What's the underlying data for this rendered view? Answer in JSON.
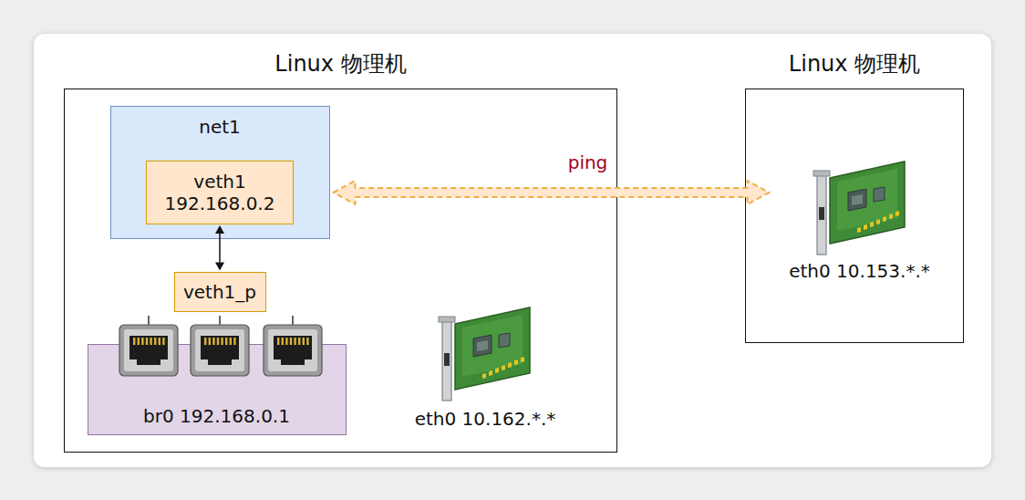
{
  "diagram": {
    "nodes": [
      {
        "text": [
          "Linux 物理机"
        ]
      },
      {
        "text": [
          "net1"
        ],
        "in": 0
      },
      {
        "text": [
          "veth1",
          "192.168.0.2"
        ],
        "in": 1
      },
      {
        "text": [
          "veth1_p"
        ],
        "in": 0
      },
      {
        "text": [
          "br0 192.168.0.1"
        ],
        "in": 0
      },
      {
        "text": [
          "eth0 10.162.*.*"
        ],
        "in": 0
      },
      {
        "text": [
          "Linux 物理机"
        ]
      },
      {
        "text": [
          "eth0 10.153.*.*"
        ],
        "in": 6
      }
    ],
    "edges": [
      {
        "from": 2,
        "to": 3,
        "arrow": "both"
      },
      {
        "from": 1,
        "to": 7,
        "arrow": "both",
        "label": "ping"
      }
    ]
  }
}
